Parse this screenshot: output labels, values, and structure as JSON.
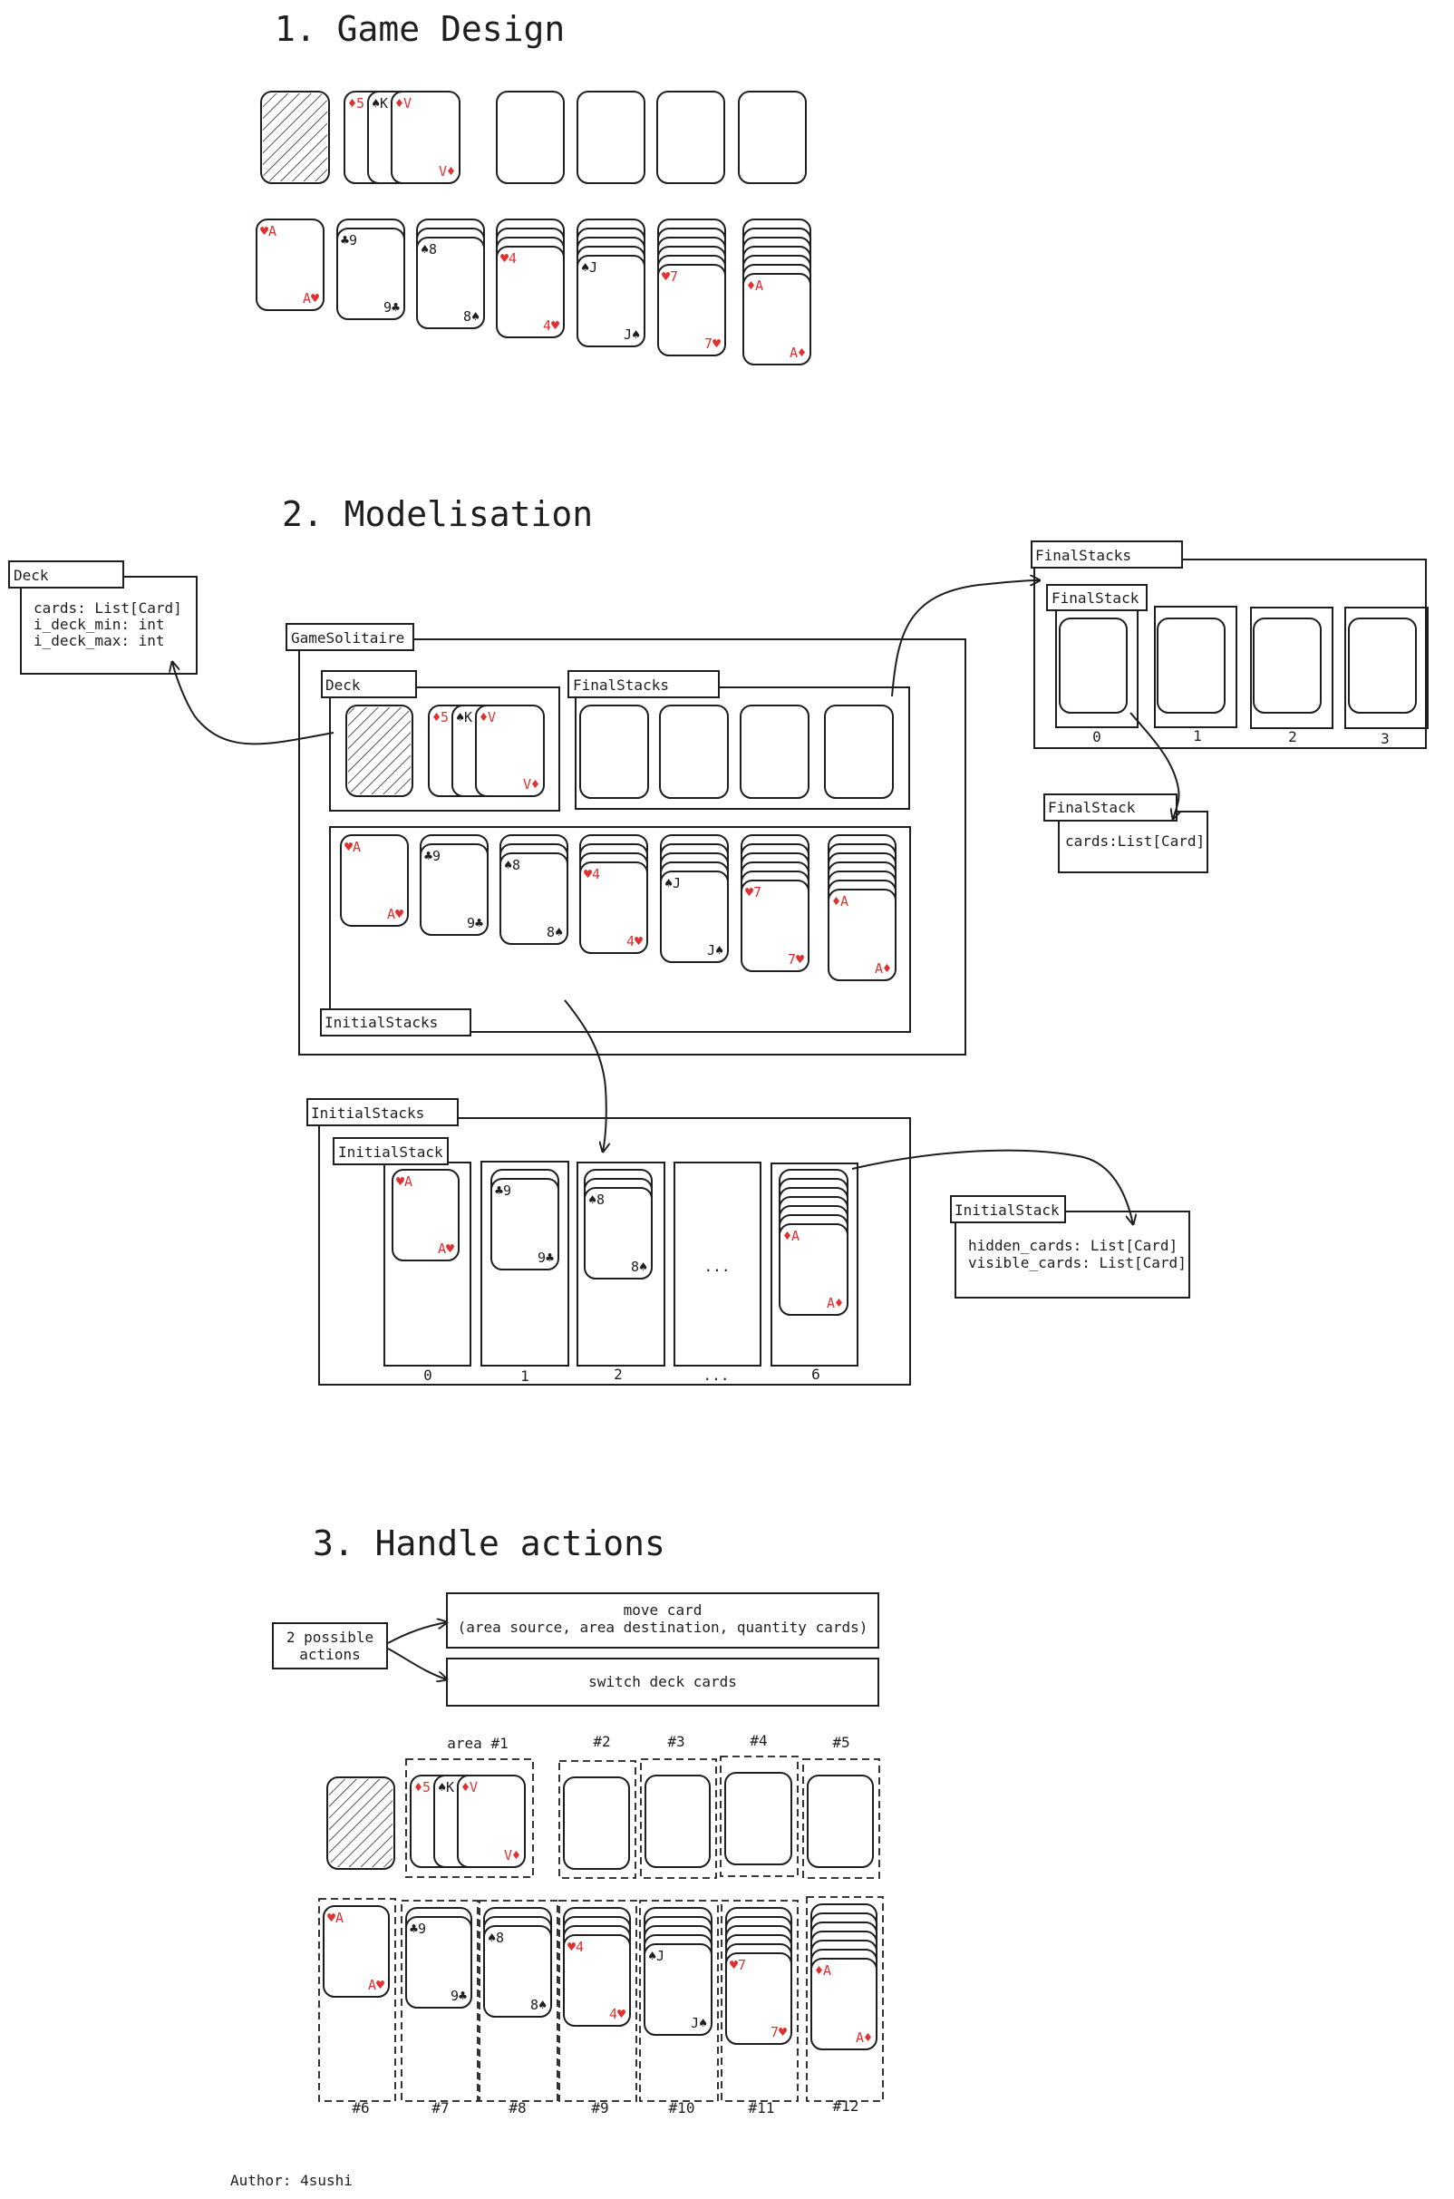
{
  "colors": {
    "red": "#e03131",
    "black": "#1e1e1e",
    "background": "#ffffff"
  },
  "sections": {
    "design": "1. Game Design",
    "model": "2. Modelisation",
    "actions": "3. Handle actions"
  },
  "deck_box": {
    "title": "Deck",
    "fields": [
      "cards: List[Card]",
      "i_deck_min: int",
      "i_deck_max: int"
    ]
  },
  "game_box": {
    "title": "GameSolitaire",
    "deck_label": "Deck",
    "finalstacks_label": "FinalStacks",
    "initialstacks_label": "InitialStacks"
  },
  "finalstacks_detail": {
    "title": "FinalStacks",
    "inner_label": "FinalStack",
    "indices": [
      "0",
      "1",
      "2",
      "3"
    ]
  },
  "finalstack_box": {
    "title": "FinalStack",
    "fields": [
      "cards:List[Card]"
    ]
  },
  "initialstacks_detail": {
    "title": "InitialStacks",
    "inner_label": "InitialStack",
    "indices": [
      "0",
      "1",
      "2",
      "...",
      "6"
    ],
    "ellipsis": "..."
  },
  "initialstack_box": {
    "title": "InitialStack",
    "fields": [
      "hidden_cards: List[Card]",
      "visible_cards: List[Card]"
    ]
  },
  "actions": {
    "possible": [
      "2 possible",
      "actions"
    ],
    "move": [
      "move card",
      "(area source, area destination, quantity cards)"
    ],
    "switch": "switch deck cards"
  },
  "areas": {
    "top": [
      "area #1",
      "#2",
      "#3",
      "#4",
      "#5"
    ],
    "bottom": [
      "#6",
      "#7",
      "#8",
      "#9",
      "#10",
      "#11",
      "#12"
    ]
  },
  "cards": {
    "waste": [
      {
        "suit": "♦",
        "rank": "5",
        "color": "red"
      },
      {
        "suit": "♠",
        "rank": "K",
        "color": "black"
      },
      {
        "suit": "♦",
        "rank": "V",
        "color": "red"
      }
    ],
    "tableau": [
      {
        "suit": "♥",
        "rank": "A",
        "color": "red"
      },
      {
        "suit": "♣",
        "rank": "9",
        "color": "black"
      },
      {
        "suit": "♠",
        "rank": "8",
        "color": "black"
      },
      {
        "suit": "♥",
        "rank": "4",
        "color": "red"
      },
      {
        "suit": "♠",
        "rank": "J",
        "color": "black"
      },
      {
        "suit": "♥",
        "rank": "7",
        "color": "red"
      },
      {
        "suit": "♦",
        "rank": "A",
        "color": "red"
      }
    ]
  },
  "author": "Author: 4sushi"
}
